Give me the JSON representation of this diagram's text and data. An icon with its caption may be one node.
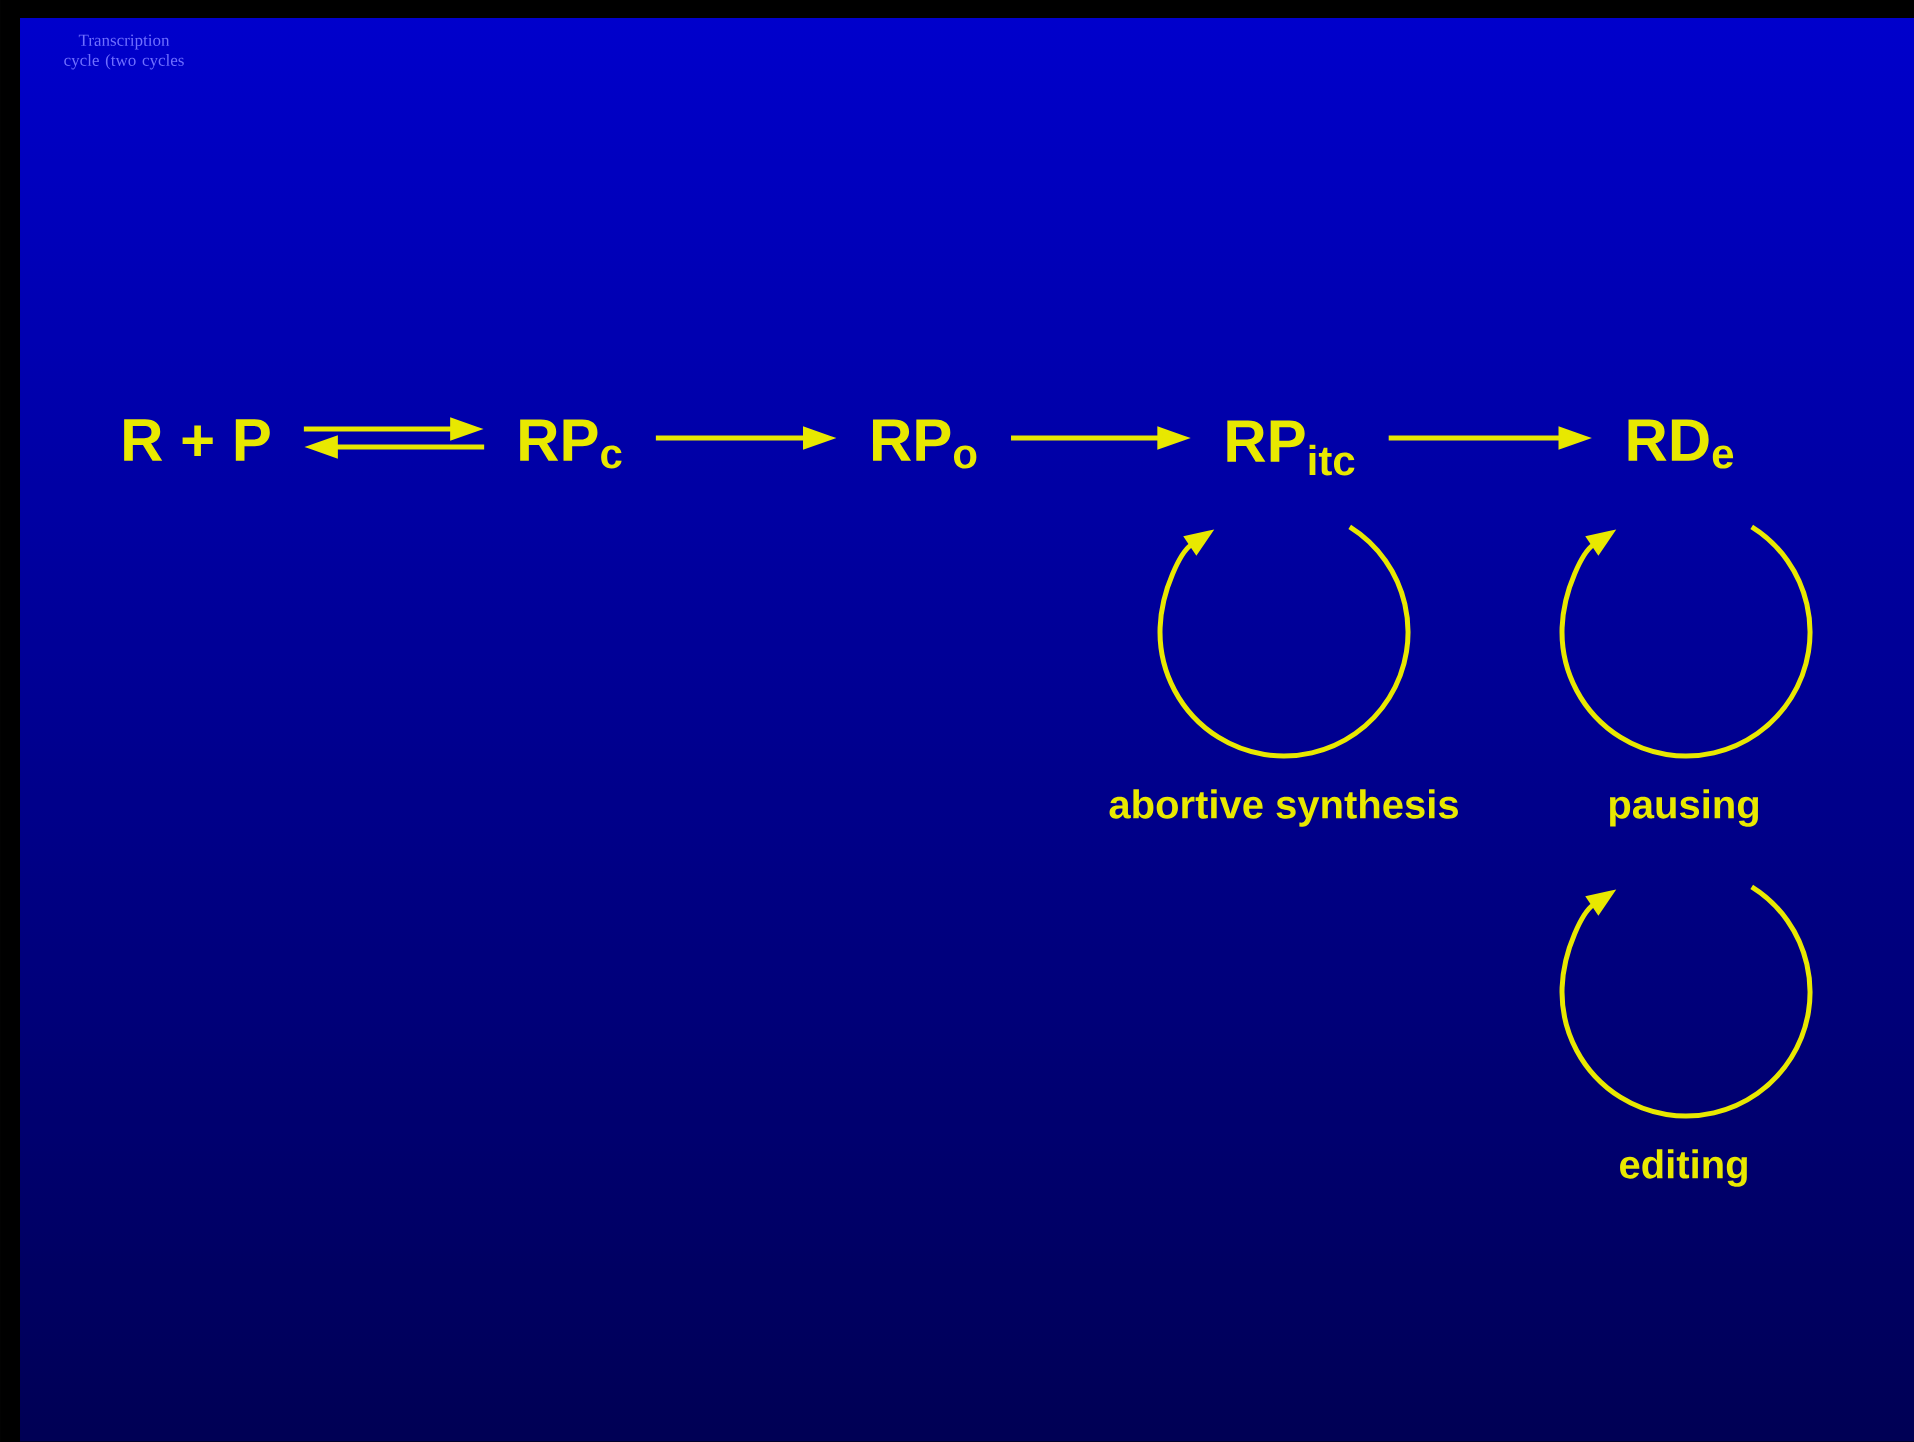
{
  "diagram": {
    "title": "Transcription cycle (two cycles",
    "nodes": [
      {
        "text": [
          "R + P"
        ]
      },
      {
        "text": [
          "RP$_{c}$"
        ]
      },
      {
        "text": [
          "RP$_{o}$"
        ]
      },
      {
        "text": [
          "RP$_{itc}$"
        ]
      },
      {
        "text": [
          "RD$_{e}$"
        ]
      }
    ],
    "edges": [
      {
        "from": 0,
        "to": 1,
        "arrow": "to"
      },
      {
        "from": 1,
        "to": 0,
        "arrow": "to"
      },
      {
        "from": 1,
        "to": 2,
        "arrow": "to"
      },
      {
        "from": 2,
        "to": 3,
        "arrow": "to"
      },
      {
        "from": 3,
        "to": 4,
        "arrow": "to"
      }
    ],
    "labels": [
      "abortive synthesis",
      "pausing",
      "editing"
    ]
  }
}
